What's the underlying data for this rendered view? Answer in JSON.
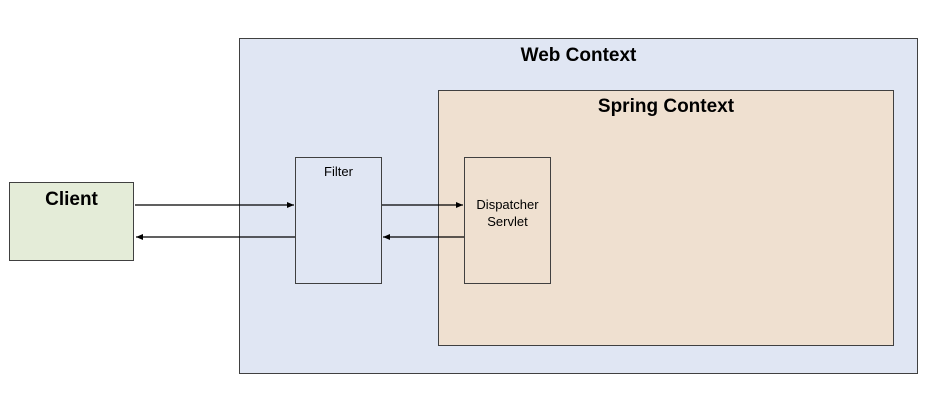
{
  "diagram": {
    "web_context": {
      "title": "Web Context",
      "fill": "#e0e6f3"
    },
    "spring_context": {
      "title": "Spring Context",
      "fill": "#efe0d0"
    },
    "client": {
      "title": "Client",
      "fill": "#e4ecd8"
    },
    "filter": {
      "label": "Filter"
    },
    "dispatcher": {
      "line1": "Dispatcher",
      "line2": "Servlet"
    },
    "arrow_color": "#000000"
  }
}
